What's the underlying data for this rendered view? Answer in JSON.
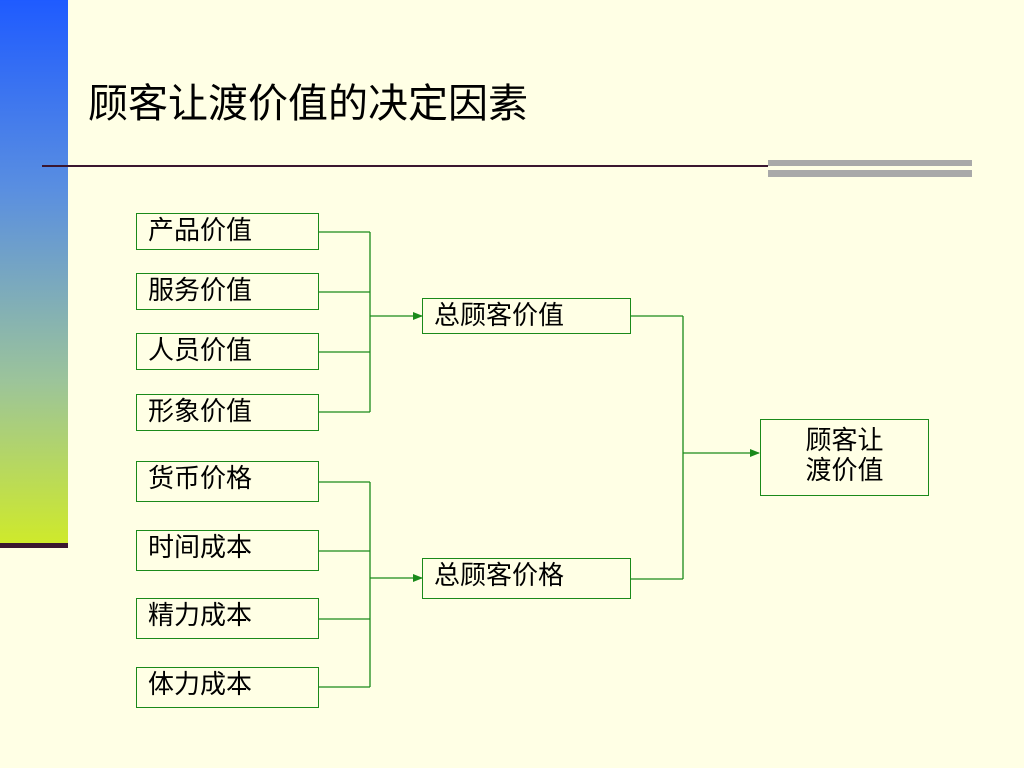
{
  "slide": {
    "title": "顾客让渡价值的决定因素"
  },
  "diagram": {
    "value_items": [
      "产品价值",
      "服务价值",
      "人员价值",
      "形象价值"
    ],
    "cost_items": [
      "货币价格",
      "时间成本",
      "精力成本",
      "体力成本"
    ],
    "total_value": "总顾客价值",
    "total_cost": "总顾客价格",
    "result_line1": "顾客让",
    "result_line2": "渡价值",
    "line_color": "#1A8A1A"
  }
}
